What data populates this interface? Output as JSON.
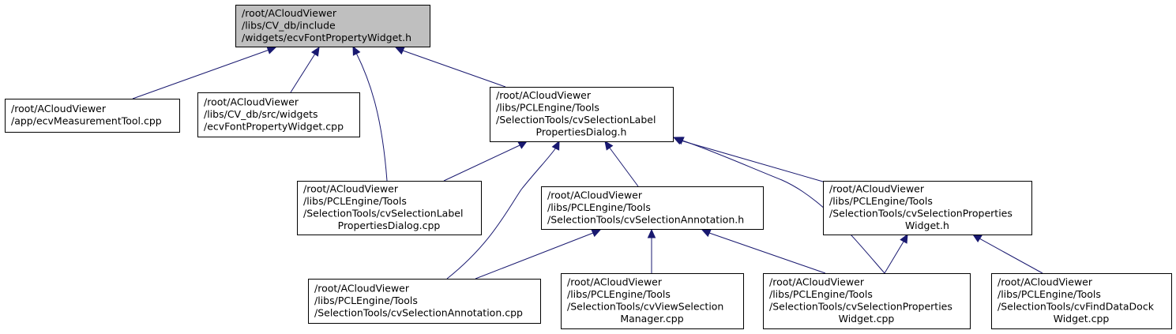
{
  "graph": {
    "colors": {
      "edge": "#191970",
      "node_border": "#000000",
      "root_fill": "#bfbfbf",
      "node_fill": "#ffffff"
    },
    "nodes": [
      {
        "id": "n0",
        "root": true,
        "align": "start",
        "lines": [
          "/root/ACloudViewer",
          "/libs/CV_db/include",
          "/widgets/ecvFontPropertyWidget.h"
        ]
      },
      {
        "id": "n1",
        "align": "start",
        "lines": [
          "/root/ACloudViewer",
          "/app/ecvMeasurementTool.cpp"
        ]
      },
      {
        "id": "n2",
        "align": "start",
        "lines": [
          "/root/ACloudViewer",
          "/libs/CV_db/src/widgets",
          "/ecvFontPropertyWidget.cpp"
        ]
      },
      {
        "id": "n3",
        "align": "start",
        "lines": [
          "/root/ACloudViewer",
          "/libs/PCLEngine/Tools",
          "/SelectionTools/cvSelectionLabel",
          "PropertiesDialog.h"
        ]
      },
      {
        "id": "n4",
        "align": "start",
        "lines": [
          "/root/ACloudViewer",
          "/libs/PCLEngine/Tools",
          "/SelectionTools/cvSelectionLabel",
          "PropertiesDialog.cpp"
        ]
      },
      {
        "id": "n5",
        "align": "start",
        "lines": [
          "/root/ACloudViewer",
          "/libs/PCLEngine/Tools",
          "/SelectionTools/cvSelectionAnnotation.h"
        ]
      },
      {
        "id": "n6",
        "align": "start",
        "lines": [
          "/root/ACloudViewer",
          "/libs/PCLEngine/Tools",
          "/SelectionTools/cvSelectionProperties",
          "Widget.h"
        ]
      },
      {
        "id": "n7",
        "align": "start",
        "lines": [
          "/root/ACloudViewer",
          "/libs/PCLEngine/Tools",
          "/SelectionTools/cvSelectionAnnotation.cpp"
        ]
      },
      {
        "id": "n8",
        "align": "start",
        "lines": [
          "/root/ACloudViewer",
          "/libs/PCLEngine/Tools",
          "/SelectionTools/cvViewSelection",
          "Manager.cpp"
        ]
      },
      {
        "id": "n9",
        "align": "start",
        "lines": [
          "/root/ACloudViewer",
          "/libs/PCLEngine/Tools",
          "/SelectionTools/cvSelectionProperties",
          "Widget.cpp"
        ]
      },
      {
        "id": "n10",
        "align": "start",
        "lines": [
          "/root/ACloudViewer",
          "/libs/PCLEngine/Tools",
          "/SelectionTools/cvFindDataDock",
          "Widget.cpp"
        ]
      }
    ],
    "edges": [
      {
        "from": "n1",
        "to": "n0"
      },
      {
        "from": "n2",
        "to": "n0"
      },
      {
        "from": "n4",
        "to": "n0"
      },
      {
        "from": "n3",
        "to": "n0"
      },
      {
        "from": "n4",
        "to": "n3"
      },
      {
        "from": "n7",
        "to": "n3"
      },
      {
        "from": "n5",
        "to": "n3"
      },
      {
        "from": "n9",
        "to": "n3"
      },
      {
        "from": "n6",
        "to": "n3"
      },
      {
        "from": "n7",
        "to": "n5"
      },
      {
        "from": "n8",
        "to": "n5"
      },
      {
        "from": "n9",
        "to": "n5"
      },
      {
        "from": "n9",
        "to": "n6"
      },
      {
        "from": "n10",
        "to": "n6"
      }
    ]
  }
}
